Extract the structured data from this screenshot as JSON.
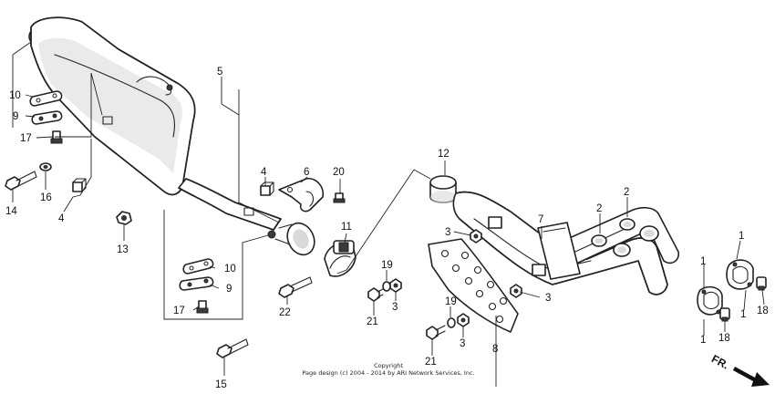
{
  "callouts": {
    "c1a": "1",
    "c1b": "1",
    "c1c": "1",
    "c1d": "1",
    "c2a": "2",
    "c2b": "2",
    "c3a": "3",
    "c3b": "3",
    "c3c": "3",
    "c3d": "3",
    "c4a": "4",
    "c4b": "4",
    "c5": "5",
    "c6": "6",
    "c7": "7",
    "c8": "8",
    "c9a": "9",
    "c9b": "9",
    "c10a": "10",
    "c10b": "10",
    "c11": "11",
    "c12": "12",
    "c13": "13",
    "c14": "14",
    "c15": "15",
    "c16": "16",
    "c17a": "17",
    "c17b": "17",
    "c18a": "18",
    "c18b": "18",
    "c19a": "19",
    "c19b": "19",
    "c20": "20",
    "c21a": "21",
    "c21b": "21",
    "c22": "22"
  },
  "copyright": {
    "line1": "Copyright",
    "line2": "Page design (c) 2004 - 2014 by ARI Network Services, Inc."
  },
  "direction_label": "FR."
}
